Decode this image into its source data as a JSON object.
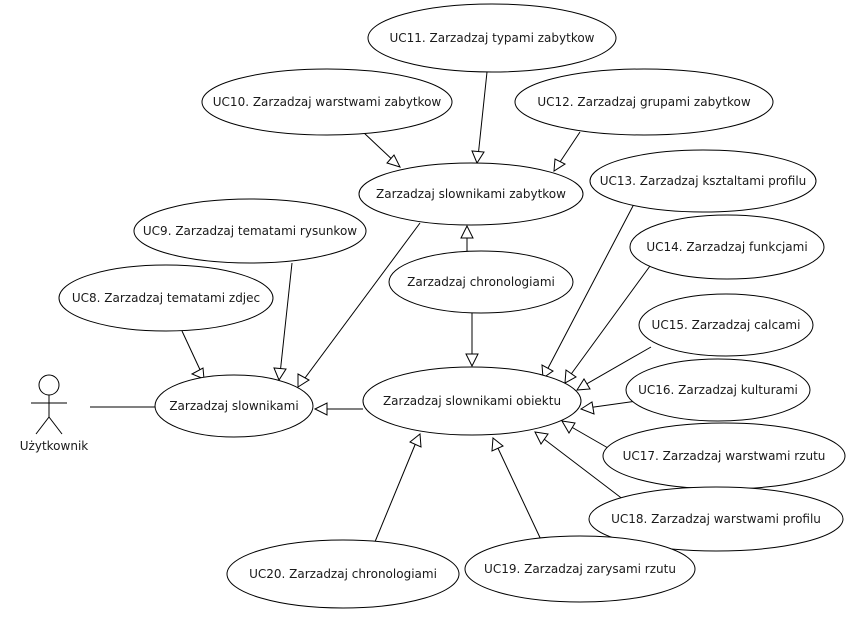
{
  "actor": {
    "label": "Użytkownik"
  },
  "use_cases": {
    "uc11": "UC11. Zarzadzaj typami zabytkow",
    "uc10": "UC10. Zarzadzaj warstwami zabytkow",
    "uc12": "UC12. Zarzadzaj grupami zabytkow",
    "slown_zab": "Zarzadzaj slownikami zabytkow",
    "uc13": "UC13. Zarzadzaj ksztaltami profilu",
    "uc9": "UC9. Zarzadzaj tematami rysunkow",
    "chron": "Zarzadzaj chronologiami",
    "uc14": "UC14. Zarzadzaj funkcjami",
    "uc8": "UC8. Zarzadzaj tematami zdjec",
    "uc15": "UC15. Zarzadzaj calcami",
    "slown": "Zarzadzaj slownikami",
    "slown_obj": "Zarzadzaj slownikami obiektu",
    "uc16": "UC16. Zarzadzaj kulturami",
    "uc17": "UC17. Zarzadzaj warstwami rzutu",
    "uc18": "UC18. Zarzadzaj warstwami profilu",
    "uc20": "UC20. Zarzadzaj chronologiami",
    "uc19": "UC19. Zarzadzaj zarysami rzutu"
  }
}
